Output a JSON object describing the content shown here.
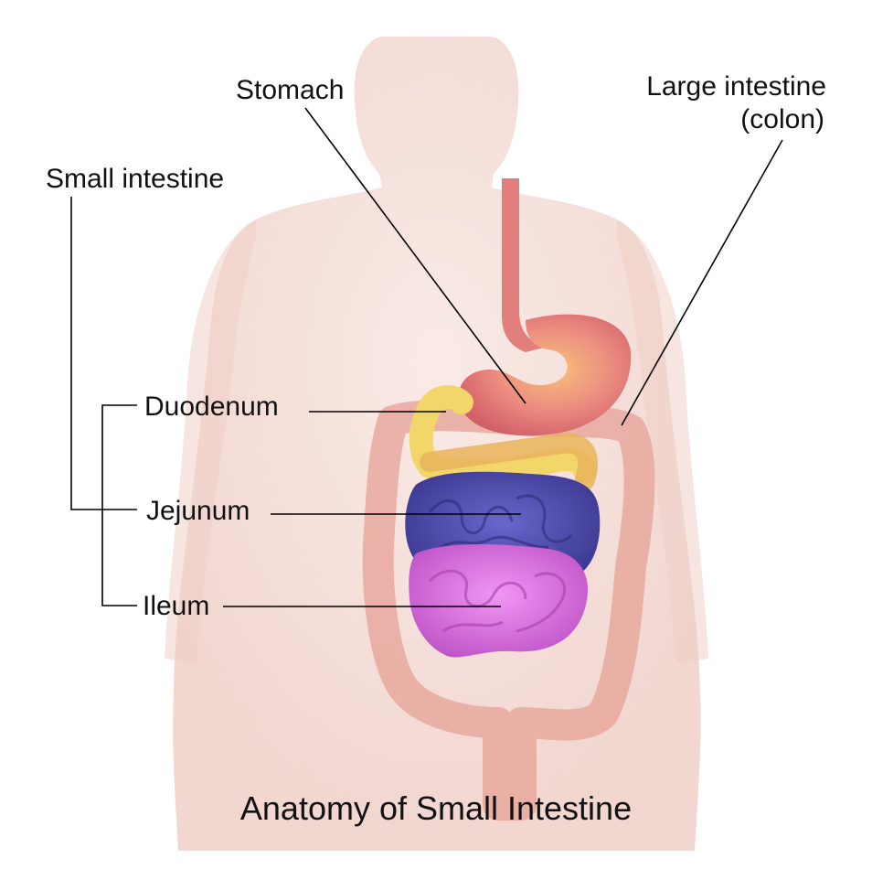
{
  "title": "Anatomy of Small Intestine",
  "labels": {
    "stomach": "Stomach",
    "large_intestine_line1": "Large intestine",
    "large_intestine_line2": "(colon)",
    "small_intestine": "Small intestine",
    "duodenum": "Duodenum",
    "jejunum": "Jejunum",
    "ileum": "Ileum"
  },
  "colors": {
    "background": "#ffffff",
    "body": "#f2d2cb",
    "stomach": "#e8787a",
    "duodenum": "#f2d66a",
    "jejunum": "#5552b0",
    "ileum": "#e476e8",
    "colon": "#e6a59a",
    "line": "#000000",
    "text": "#111111"
  }
}
